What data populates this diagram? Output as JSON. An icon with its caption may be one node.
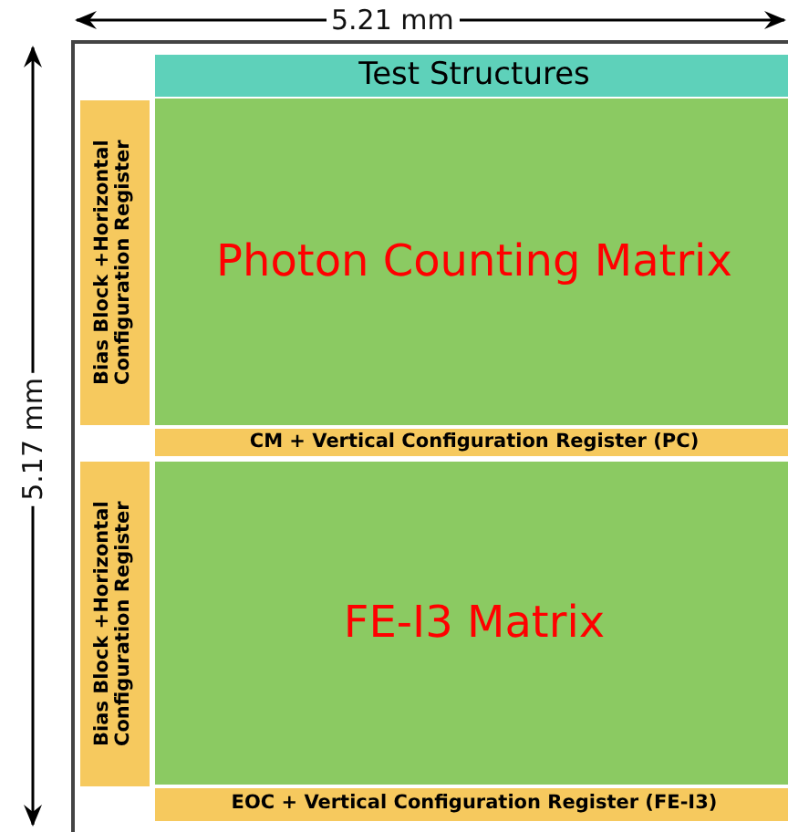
{
  "diagram": {
    "nodes": [
      {
        "text": [],
        "shape": "box"
      },
      {
        "text": [
          "Test Structures"
        ],
        "in": 0
      },
      {
        "text": [
          "Bias Block +Horizontal Configuration Register"
        ],
        "in": 0
      },
      {
        "text": [
          "Photon Counting Matrix"
        ],
        "in": 0
      },
      {
        "text": [
          "CM + Vertical Configuration Register (PC)"
        ],
        "in": 0
      },
      {
        "text": [
          "Bias Block +Horizontal Configuration Register"
        ],
        "in": 0
      },
      {
        "text": [
          "FE-I3 Matrix"
        ],
        "in": 0
      },
      {
        "text": [
          "EOC + Vertical Configuration Register (FE-I3)"
        ],
        "in": 0
      }
    ],
    "labels": [
      "5.21 mm",
      "5.17 mm"
    ]
  }
}
